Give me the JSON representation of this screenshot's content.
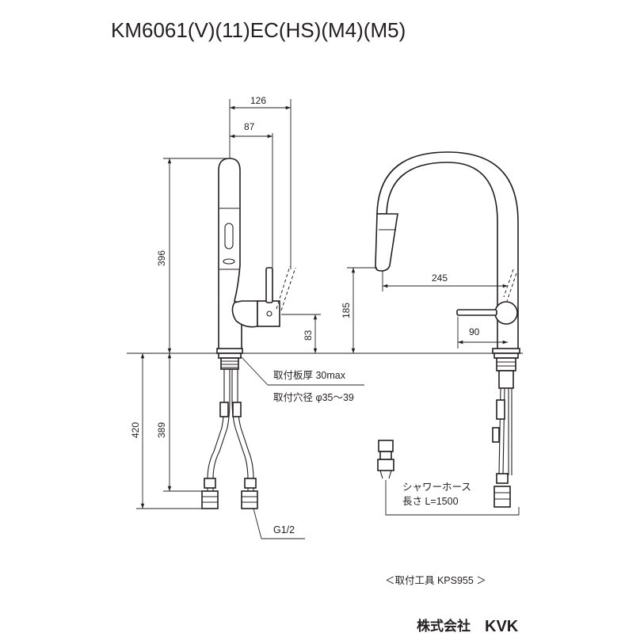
{
  "title": "KM6061(V)(11)EC(HS)(M4)(M5)",
  "dimensions": {
    "d126": "126",
    "d87": "87",
    "d396": "396",
    "d83": "83",
    "d185": "185",
    "d245": "245",
    "d90": "90",
    "d420": "420",
    "d389": "389"
  },
  "notes": {
    "plate_thickness": "取付板厚 30max",
    "hole_diameter": "取付穴径 φ35～39",
    "thread": "G1/2",
    "hose_label": "シャワーホース",
    "hose_length": "長さ L=1500",
    "tool": "＜取付工具 KPS955 ＞"
  },
  "brand": {
    "prefix": "株式会社",
    "name": "KVK"
  }
}
